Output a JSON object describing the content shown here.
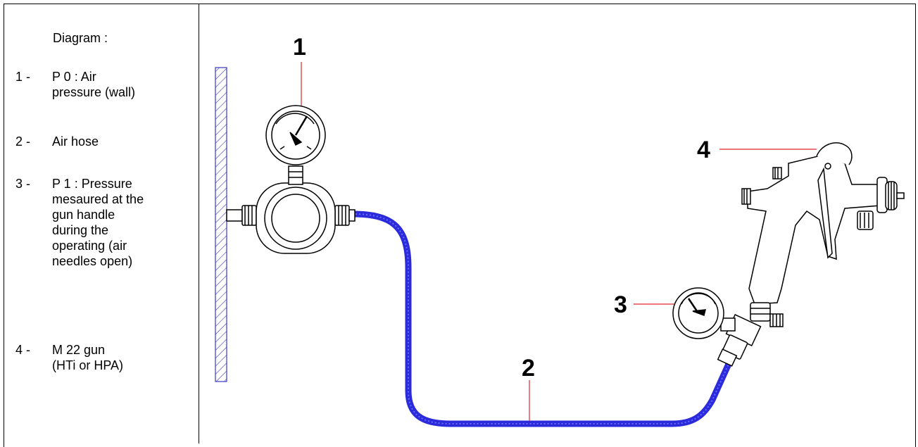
{
  "legend": {
    "title": "Diagram :",
    "items": [
      {
        "num": "1 -",
        "text": "P 0 : Air\npressure (wall)"
      },
      {
        "num": "2 -",
        "text": "Air hose"
      },
      {
        "num": "3 -",
        "text": "P 1 : Pressure\nmesaured at the\ngun handle\nduring the\noperating (air\nneedles open)"
      },
      {
        "num": "4 -",
        "text": "M 22 gun\n(HTi or HPA)"
      }
    ]
  },
  "callouts": [
    "1",
    "2",
    "3",
    "4"
  ],
  "colors": {
    "hose": "#2b2bdc",
    "hatch": "#3a3ac0",
    "leader": "#e0262a",
    "line": "#000000"
  }
}
